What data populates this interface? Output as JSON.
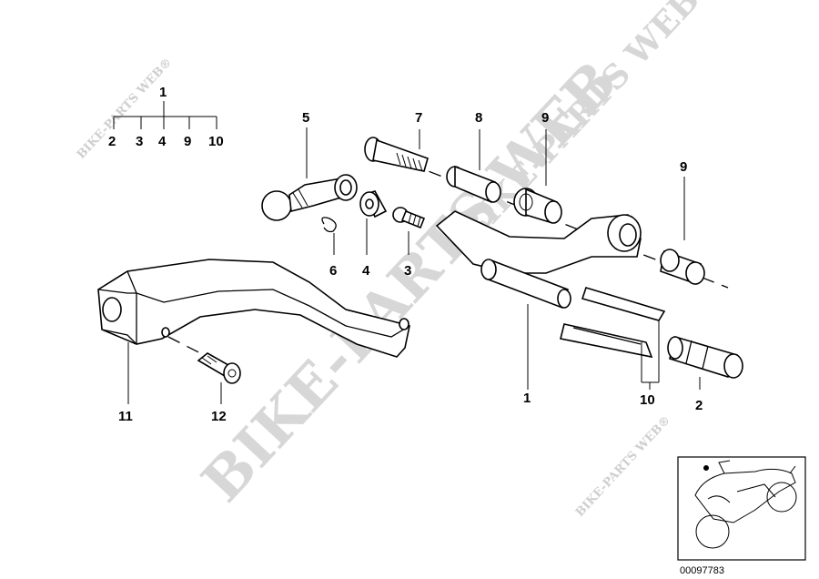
{
  "legend": {
    "parent": "1",
    "children": [
      "2",
      "3",
      "4",
      "9",
      "10"
    ]
  },
  "callouts": {
    "c1": "1",
    "c2": "2",
    "c3": "3",
    "c4": "4",
    "c5": "5",
    "c6": "6",
    "c7": "7",
    "c8": "8",
    "c9a": "9",
    "c9b": "9",
    "c10": "10",
    "c11": "11",
    "c12": "12"
  },
  "watermarks": {
    "main": "BIKE-PARTS WEB",
    "top_left": "BIKE-PARTS WEB®",
    "top_right": "BIKE-PARTS WEB©",
    "bottom": "BIKE-PARTS WEB®"
  },
  "reference": {
    "number": "00097783"
  }
}
